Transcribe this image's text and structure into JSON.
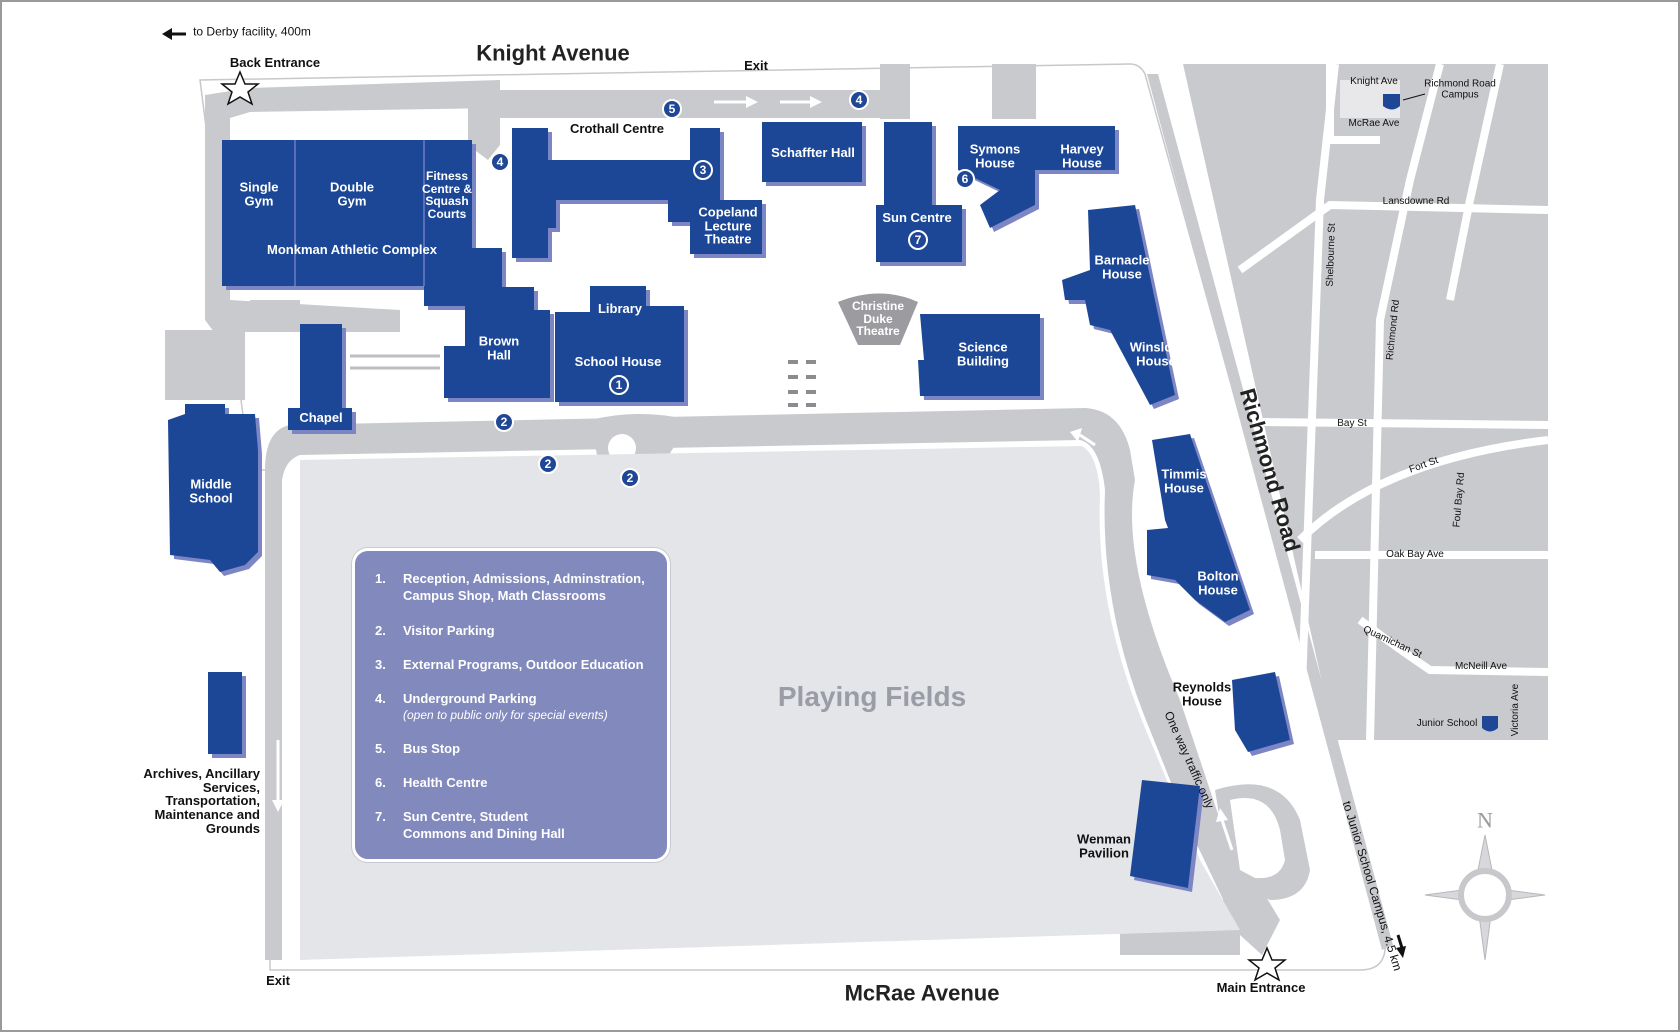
{
  "colors": {
    "building": "#1f4796",
    "building_shadow": "#7d86c4",
    "road": "#c9cacd",
    "field": "#e4e5e8",
    "legend_bg": "#8289bd"
  },
  "streets": {
    "knight_avenue": "Knight Avenue",
    "mcrae_avenue": "McRae Avenue",
    "richmond_road": "Richmond Road"
  },
  "directions": {
    "derby": "to Derby facility, 400m",
    "junior_school": "to Junior School Campus, 4.5 km"
  },
  "entrances": {
    "back_entrance": "Back Entrance",
    "main_entrance": "Main Entrance",
    "exit_top": "Exit",
    "exit_bottom": "Exit"
  },
  "buildings": {
    "single_gym": "Single Gym",
    "double_gym": "Double Gym",
    "fitness": "Fitness Centre & Squash Courts",
    "monkman": "Monkman Athletic Complex",
    "crothall": "Crothall Centre",
    "copeland": "Copeland Lecture Theatre",
    "schaffter": "Schaffter Hall",
    "sun_centre": "Sun Centre",
    "symons": "Symons House",
    "harvey": "Harvey House",
    "barnacle": "Barnacle House",
    "winslow": "Winslow House",
    "christine_duke": "Christine Duke Theatre",
    "science": "Science Building",
    "library": "Library",
    "school_house": "School House",
    "brown_hall": "Brown Hall",
    "chapel": "Chapel",
    "middle_school": "Middle School",
    "archives": "Archives, Ancillary Services, Transportation, Maintenance and Grounds",
    "timmis": "Timmis House",
    "bolton": "Bolton House",
    "reynolds": "Reynolds House",
    "wenman": "Wenman Pavilion"
  },
  "areas": {
    "playing_fields": "Playing Fields",
    "one_way": "One way traffic only"
  },
  "markers": [
    "1",
    "2",
    "2",
    "2",
    "3",
    "4",
    "4",
    "5",
    "6",
    "7"
  ],
  "legend": [
    {
      "number": "1.",
      "text": "Reception, Admissions, Adminstration, Campus Shop, Math Classrooms",
      "note": ""
    },
    {
      "number": "2.",
      "text": "Visitor Parking",
      "note": ""
    },
    {
      "number": "3.",
      "text": "External Programs, Outdoor Education",
      "note": ""
    },
    {
      "number": "4.",
      "text": "Underground Parking",
      "note": "(open to public only for special events)"
    },
    {
      "number": "5.",
      "text": "Bus Stop",
      "note": ""
    },
    {
      "number": "6.",
      "text": "Health Centre",
      "note": ""
    },
    {
      "number": "7.",
      "text": "Sun Centre, Student Commons and Dining Hall",
      "note": ""
    }
  ],
  "inset": {
    "knight_ave": "Knight Ave",
    "mcrae_ave": "McRae Ave",
    "richmond_campus": "Richmond Road Campus",
    "lansdowne": "Lansdowne Rd",
    "shelbourne": "Shelbourne St",
    "richmond_rd": "Richmond Rd",
    "bay_st": "Bay St",
    "fort_st": "Fort St",
    "foul_bay": "Foul Bay Rd",
    "oak_bay": "Oak Bay Ave",
    "quamichan": "Quamichan St",
    "mcneill": "McNeill Ave",
    "junior_school": "Junior School",
    "victoria_ave": "Victoria Ave"
  },
  "compass": {
    "north": "N",
    "icon": "compass-rose-icon"
  }
}
